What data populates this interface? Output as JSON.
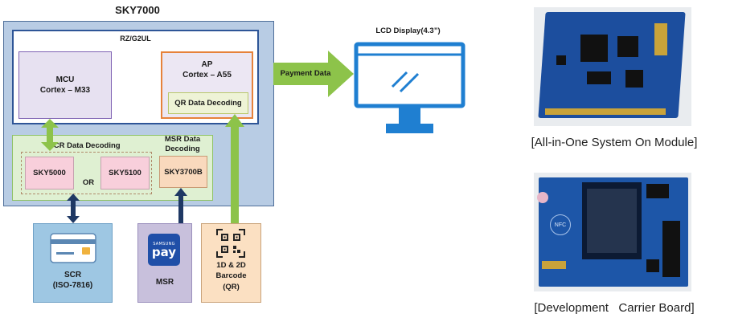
{
  "diagram": {
    "title": "SKY7000",
    "soc": {
      "title": "RZ/G2UL"
    },
    "mcu": {
      "line1": "MCU",
      "line2": "Cortex – M33"
    },
    "ap": {
      "line1": "AP",
      "line2": "Cortex – A55",
      "qr": "QR Data Decoding"
    },
    "decoding": {
      "scr_title": "SCR Data Decoding",
      "msr_title_1": "MSR Data",
      "msr_title_2": "Decoding",
      "sky5000": "SKY5000",
      "or": "OR",
      "sky5100": "SKY5100",
      "sky3700b": "SKY3700B"
    },
    "arrow_label": "Payment Data",
    "lcd_title": "LCD Display(4.3”)",
    "inputs": {
      "scr": {
        "line1": "SCR",
        "line2": "(ISO-7816)"
      },
      "msr": {
        "label": "MSR",
        "logo_small": "SAMSUNG",
        "logo_big": "pay"
      },
      "qr": {
        "line1": "1D & 2D",
        "line2": "Barcode",
        "line3": "(QR)"
      }
    }
  },
  "products": {
    "som_caption": "[All-in-One System On Module]",
    "carrier_caption": "[Development   Carrier Board]",
    "nfc_label": "NFC"
  },
  "colors": {
    "outer_bg": "#b8cce4",
    "outer_border": "#4f6f9a",
    "soc_border": "#2e5597",
    "mcu_bg": "#e7e1f1",
    "mcu_border": "#7f62b3",
    "ap_bg": "#ece7f3",
    "ap_border": "#e6823a",
    "qr_bg": "#eef3d6",
    "decode_bg": "#dff0d2",
    "decode_border": "#8fc266",
    "chip_bg": "#f8cfdb",
    "chip_orange": "#f9d9bd",
    "arrow_green": "#8dc34a",
    "arrow_navy": "#1f3864",
    "lcd_blue": "#1f7fd1",
    "scr_bg": "#9ec7e3",
    "msr_bg": "#c8c0dc",
    "qr_input_bg": "#fbe0c2"
  }
}
